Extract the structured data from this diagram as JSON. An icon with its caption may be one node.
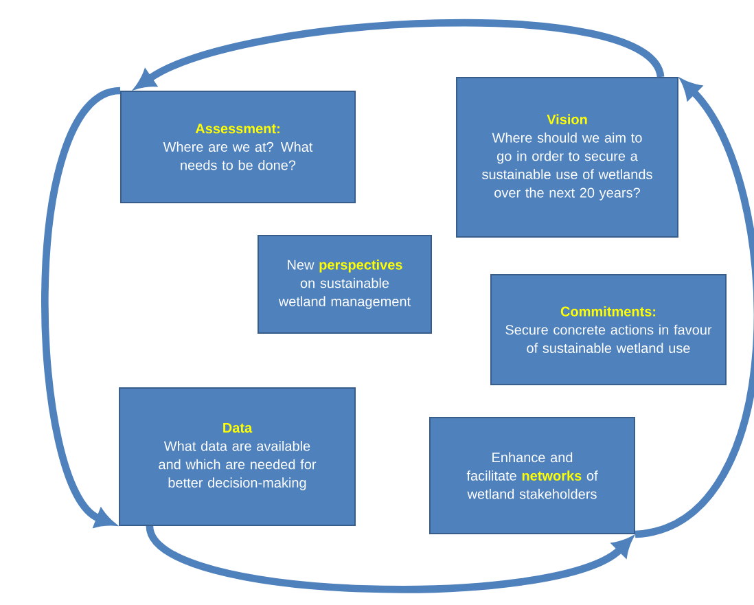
{
  "diagram": {
    "nodes": [
      {
        "text": [
          "Assessment:",
          "Where are we at? What needs to be done?"
        ]
      },
      {
        "text": [
          "Vision",
          "Where should we aim to go in order to secure a sustainable use of wetlands over the next 20 years?"
        ]
      },
      {
        "text": [
          "New **perspectives** on sustainable wetland management"
        ]
      },
      {
        "text": [
          "Commitments:",
          "Secure concrete actions in favour of sustainable wetland use"
        ]
      },
      {
        "text": [
          "Data",
          "What data are available and which are needed for better decision-making"
        ]
      },
      {
        "text": [
          "Enhance and facilitate **networks** of wetland stakeholders"
        ]
      }
    ],
    "edges": [
      {
        "from": 1,
        "to": 0,
        "arrow": "to"
      },
      {
        "from": 0,
        "to": 4,
        "arrow": "to"
      },
      {
        "from": 4,
        "to": 5,
        "arrow": "to"
      },
      {
        "from": 5,
        "to": 1,
        "arrow": "to"
      }
    ]
  }
}
